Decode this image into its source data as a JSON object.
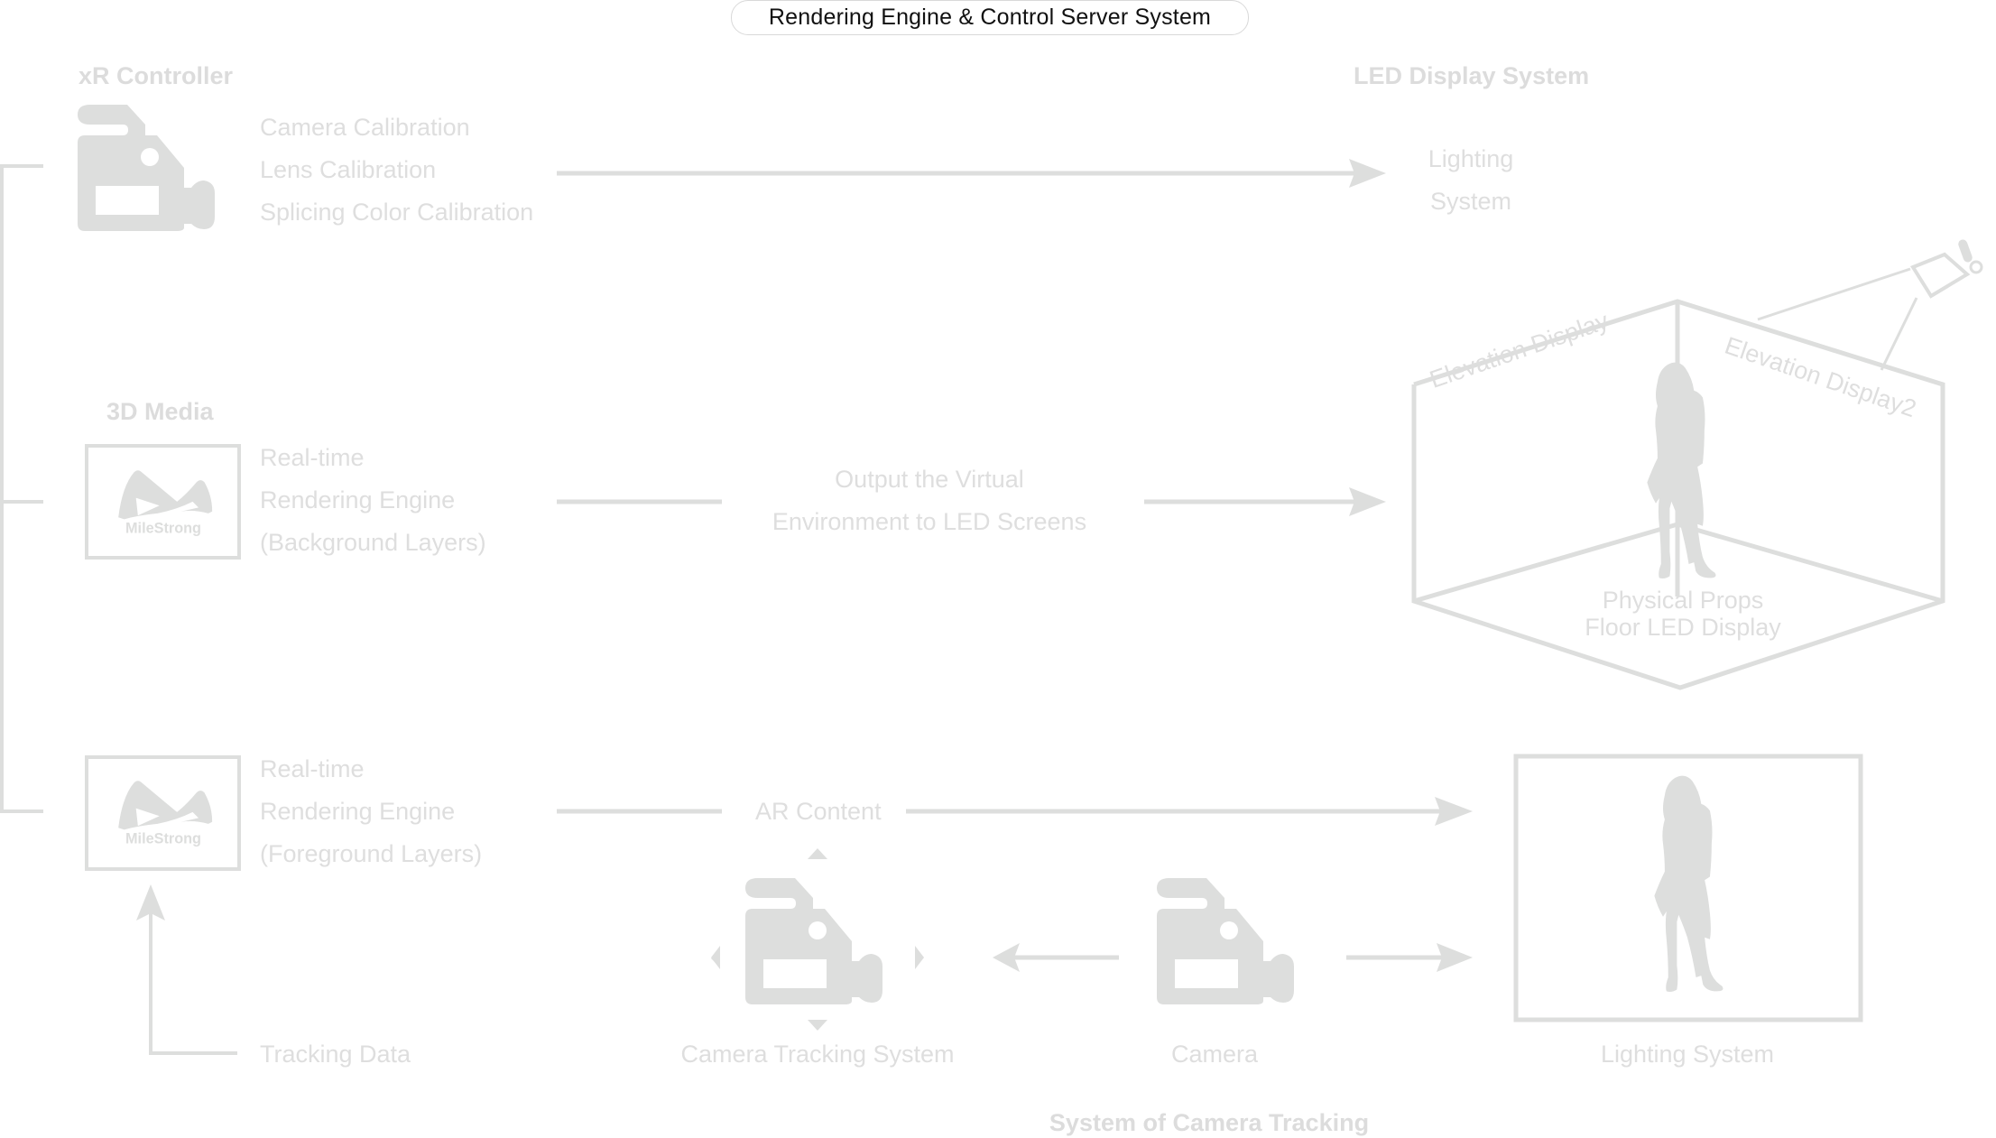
{
  "title": "Rendering Engine & Control Server System",
  "sections": {
    "xr_controller": {
      "header": "xR Controller",
      "items": [
        "Camera Calibration",
        "Lens Calibration",
        "Splicing Color Calibration"
      ]
    },
    "led_display_system": {
      "header": "LED Display System",
      "lighting": [
        "Lighting",
        "System"
      ],
      "elevation_left": "Elevation Display",
      "elevation_right": "Elevation Display2",
      "floor": [
        "Physical Props",
        "Floor LED Display"
      ]
    },
    "media_3d": {
      "header": "3D Media",
      "background_engine": [
        "Real-time",
        "Rendering Engine",
        "(Background Layers)"
      ],
      "output_label": [
        "Output the Virtual",
        "Environment to LED Screens"
      ],
      "logo_text": "MileStrong"
    },
    "foreground": {
      "engine": [
        "Real-time",
        "Rendering Engine",
        "(Foreground Layers)"
      ],
      "ar_label": "AR Content",
      "logo_text": "MileStrong",
      "tracking_data": "Tracking Data"
    },
    "camera_tracking": {
      "tracking_system_label": "Camera Tracking System",
      "camera_label": "Camera",
      "lighting_label": "Lighting System",
      "footer": "System of Camera Tracking"
    }
  },
  "colors": {
    "shape": "#dddedd",
    "text_light": "#dedede",
    "title_text": "#111111",
    "pill_border": "#d9d9d9"
  }
}
